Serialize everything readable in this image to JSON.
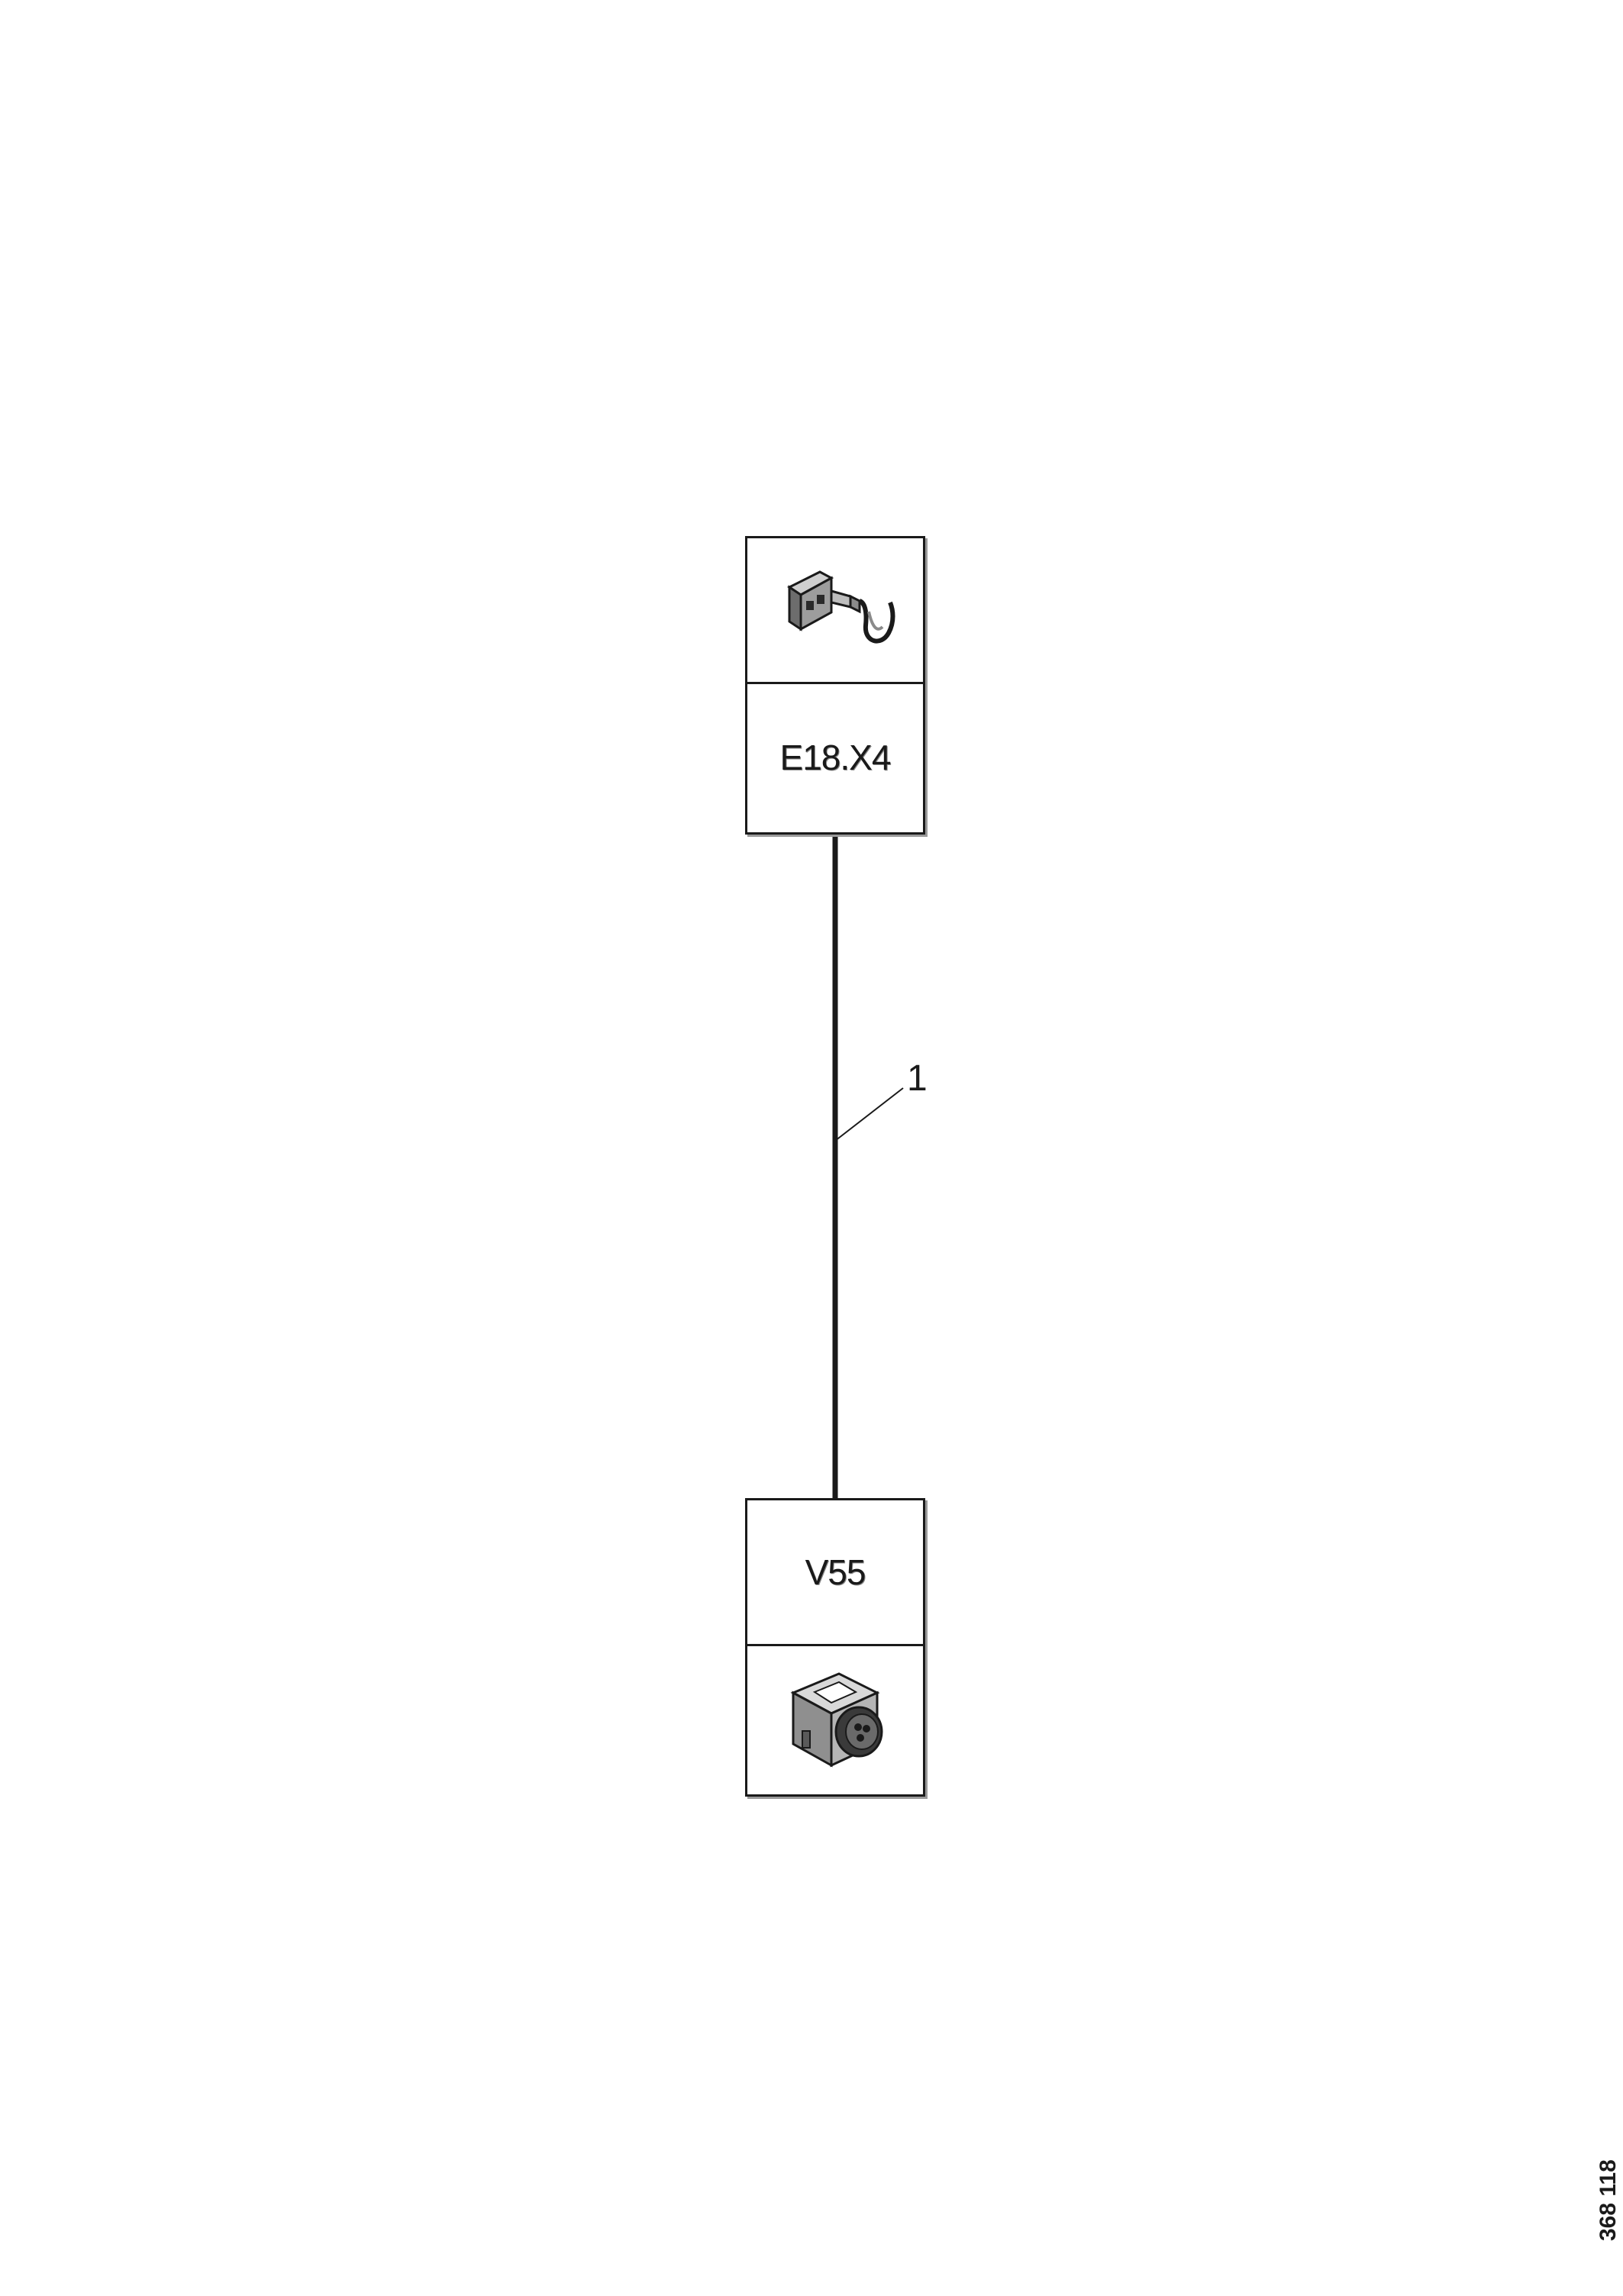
{
  "components": {
    "top": {
      "label": "E18.X4",
      "icon": "connector-terminal-icon"
    },
    "bottom": {
      "label": "V55",
      "icon": "camera-module-icon"
    }
  },
  "wire": {
    "number": "1",
    "color": "#1a1a1a"
  },
  "figure_id": "368 118"
}
